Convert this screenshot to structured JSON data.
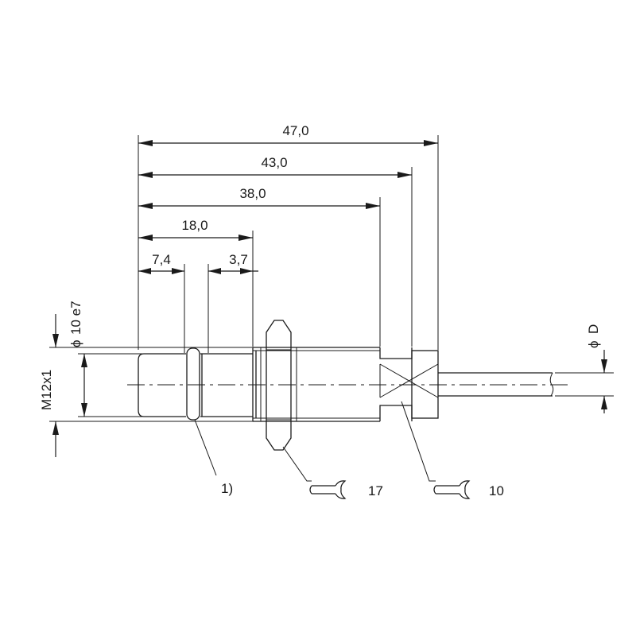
{
  "dimensions": {
    "total_length": "47,0",
    "length_43": "43,0",
    "length_38": "38,0",
    "thread_length": "18,0",
    "front_length": "7,4",
    "groove_width": "3,7",
    "front_diameter": "10 e7",
    "thread": "M12x1",
    "cable_diameter": "D"
  },
  "symbols": {
    "diameter": "ϕ"
  },
  "annotations": {
    "footnote_marker": "1)",
    "nut_wrench_size": "17",
    "housing_wrench_size": "10"
  },
  "icons": {
    "wrench": "open-end-wrench-icon"
  }
}
